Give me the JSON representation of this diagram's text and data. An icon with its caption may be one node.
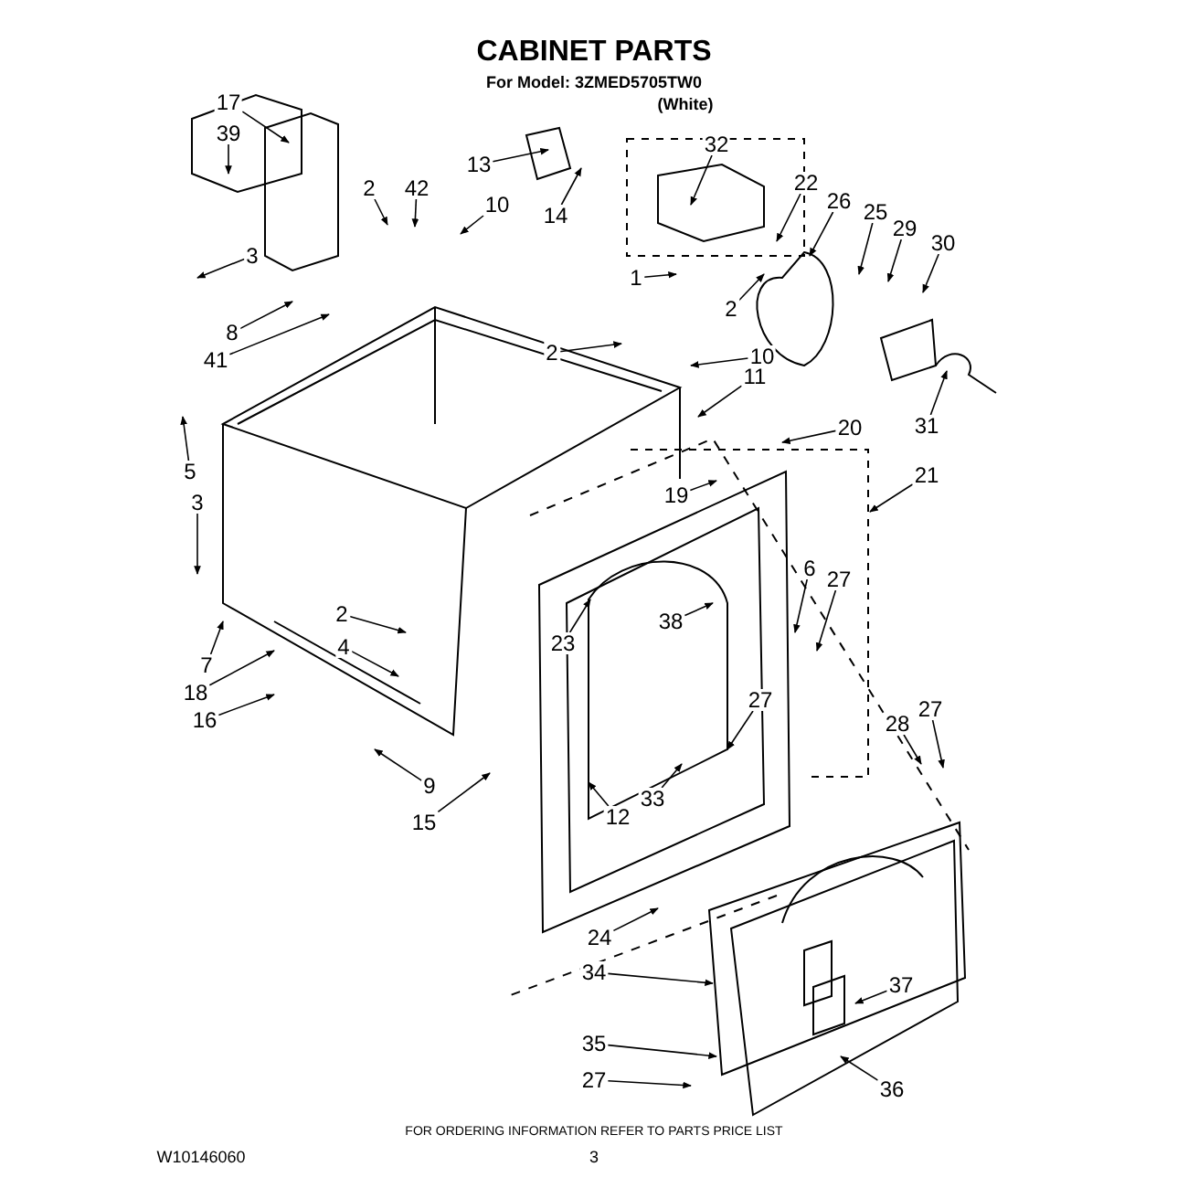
{
  "diagram": {
    "title": "CABINET PARTS",
    "nodes": [
      {
        "text": [
          "17"
        ]
      },
      {
        "text": [
          "39"
        ]
      },
      {
        "text": [
          "13"
        ]
      },
      {
        "text": [
          "32"
        ]
      },
      {
        "text": [
          "22"
        ]
      },
      {
        "text": [
          "2"
        ]
      },
      {
        "text": [
          "42"
        ]
      },
      {
        "text": [
          "10"
        ]
      },
      {
        "text": [
          "26"
        ]
      },
      {
        "text": [
          "14"
        ]
      },
      {
        "text": [
          "25"
        ]
      },
      {
        "text": [
          "29"
        ]
      },
      {
        "text": [
          "30"
        ]
      },
      {
        "text": [
          "3"
        ]
      },
      {
        "text": [
          "1"
        ]
      },
      {
        "text": [
          "2"
        ]
      },
      {
        "text": [
          "8"
        ]
      },
      {
        "text": [
          "2"
        ]
      },
      {
        "text": [
          "10"
        ]
      },
      {
        "text": [
          "41"
        ]
      },
      {
        "text": [
          "11"
        ]
      },
      {
        "text": [
          "5"
        ]
      },
      {
        "text": [
          "20"
        ]
      },
      {
        "text": [
          "21"
        ]
      },
      {
        "text": [
          "31"
        ]
      },
      {
        "text": [
          "19"
        ]
      },
      {
        "text": [
          "3"
        ]
      },
      {
        "text": [
          "6"
        ]
      },
      {
        "text": [
          "27"
        ]
      },
      {
        "text": [
          "2"
        ]
      },
      {
        "text": [
          "38"
        ]
      },
      {
        "text": [
          "23"
        ]
      },
      {
        "text": [
          "4"
        ]
      },
      {
        "text": [
          "7"
        ]
      },
      {
        "text": [
          "18"
        ]
      },
      {
        "text": [
          "27"
        ]
      },
      {
        "text": [
          "27"
        ]
      },
      {
        "text": [
          "16"
        ]
      },
      {
        "text": [
          "28"
        ]
      },
      {
        "text": [
          "9"
        ]
      },
      {
        "text": [
          "33"
        ]
      },
      {
        "text": [
          "12"
        ]
      },
      {
        "text": [
          "15"
        ]
      },
      {
        "text": [
          "24"
        ]
      },
      {
        "text": [
          "34"
        ]
      },
      {
        "text": [
          "37"
        ]
      },
      {
        "text": [
          "35"
        ]
      },
      {
        "text": [
          "27"
        ]
      },
      {
        "text": [
          "36"
        ]
      }
    ],
    "edges": [
      {
        "from": 0,
        "to": null,
        "arrow": "to"
      },
      {
        "from": 1,
        "to": null,
        "arrow": "to"
      },
      {
        "from": 2,
        "to": null,
        "arrow": "to"
      },
      {
        "from": 3,
        "to": null,
        "arrow": "to"
      },
      {
        "from": 4,
        "to": null,
        "arrow": "to"
      },
      {
        "from": 5,
        "to": null,
        "arrow": "to"
      },
      {
        "from": 6,
        "to": null,
        "arrow": "to"
      },
      {
        "from": 7,
        "to": null,
        "arrow": "to"
      },
      {
        "from": 8,
        "to": null,
        "arrow": "to"
      },
      {
        "from": 9,
        "to": null,
        "arrow": "to"
      },
      {
        "from": 10,
        "to": null,
        "arrow": "to"
      },
      {
        "from": 11,
        "to": null,
        "arrow": "to"
      },
      {
        "from": 12,
        "to": null,
        "arrow": "to"
      },
      {
        "from": 13,
        "to": null,
        "arrow": "to"
      },
      {
        "from": 14,
        "to": null,
        "arrow": "to"
      },
      {
        "from": 15,
        "to": null,
        "arrow": "to"
      },
      {
        "from": 16,
        "to": null,
        "arrow": "to"
      },
      {
        "from": 17,
        "to": null,
        "arrow": "to"
      },
      {
        "from": 18,
        "to": null,
        "arrow": "to"
      },
      {
        "from": 19,
        "to": null,
        "arrow": "to"
      },
      {
        "from": 20,
        "to": null,
        "arrow": "to"
      },
      {
        "from": 21,
        "to": null,
        "arrow": "to"
      },
      {
        "from": 22,
        "to": null,
        "arrow": "to"
      },
      {
        "from": 23,
        "to": null,
        "arrow": "to"
      },
      {
        "from": 24,
        "to": null,
        "arrow": "to"
      },
      {
        "from": 25,
        "to": null,
        "arrow": "to"
      },
      {
        "from": 26,
        "to": null,
        "arrow": "to"
      },
      {
        "from": 27,
        "to": null,
        "arrow": "to"
      },
      {
        "from": 28,
        "to": null,
        "arrow": "to"
      },
      {
        "from": 29,
        "to": null,
        "arrow": "to"
      },
      {
        "from": 30,
        "to": null,
        "arrow": "to"
      },
      {
        "from": 31,
        "to": null,
        "arrow": "to"
      },
      {
        "from": 32,
        "to": null,
        "arrow": "to"
      },
      {
        "from": 33,
        "to": null,
        "arrow": "to"
      },
      {
        "from": 34,
        "to": null,
        "arrow": "to"
      },
      {
        "from": 35,
        "to": null,
        "arrow": "to"
      },
      {
        "from": 36,
        "to": null,
        "arrow": "to"
      },
      {
        "from": 37,
        "to": null,
        "arrow": "to"
      },
      {
        "from": 38,
        "to": null,
        "arrow": "to"
      },
      {
        "from": 39,
        "to": null,
        "arrow": "to"
      },
      {
        "from": 40,
        "to": null,
        "arrow": "to"
      },
      {
        "from": 41,
        "to": null,
        "arrow": "to"
      },
      {
        "from": 42,
        "to": null,
        "arrow": "to"
      },
      {
        "from": 43,
        "to": null,
        "arrow": "to"
      },
      {
        "from": 44,
        "to": null,
        "arrow": "to"
      },
      {
        "from": 45,
        "to": null,
        "arrow": "to"
      },
      {
        "from": 46,
        "to": null,
        "arrow": "to"
      },
      {
        "from": 47,
        "to": null,
        "arrow": "to"
      },
      {
        "from": 48,
        "to": null,
        "arrow": "to"
      }
    ],
    "labels": [
      "For Model: 3ZMED5705TW0",
      "(White)",
      "FOR ORDERING INFORMATION REFER TO PARTS PRICE LIST",
      "W10146060",
      "3"
    ]
  }
}
